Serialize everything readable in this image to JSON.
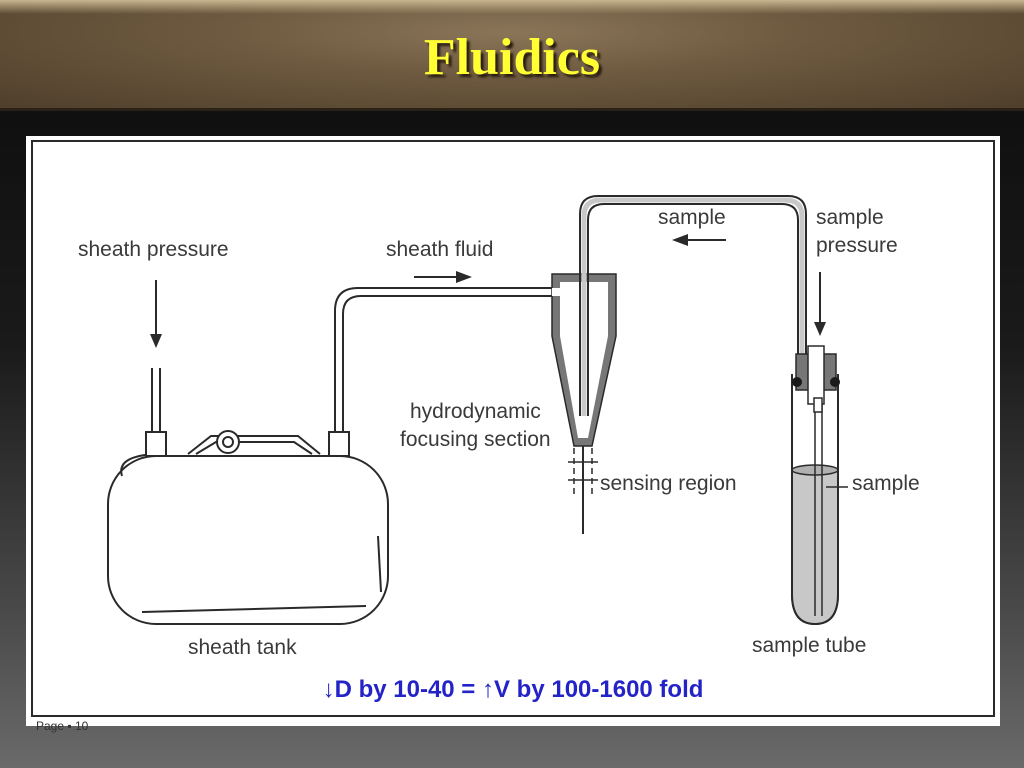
{
  "slide": {
    "title": "Fluidics",
    "page_number": "Page ▪ 10"
  },
  "diagram": {
    "labels": {
      "sheath_pressure": "sheath pressure",
      "sheath_fluid": "sheath fluid",
      "sample": "sample",
      "sample_pressure_line1": "sample",
      "sample_pressure_line2": "pressure",
      "hydro_line1": "hydrodynamic",
      "hydro_line2": "focusing section",
      "sensing_region": "sensing region",
      "sample_liquid": "sample",
      "sheath_tank": "sheath tank",
      "sample_tube": "sample tube"
    },
    "formula": "↓D by 10-40 = ↑V by 100-1600 fold"
  },
  "colors": {
    "title_text": "#ffff33",
    "formula_text": "#2323c8",
    "line": "#2a2a2a",
    "tube_fill": "#c8c8c8",
    "nozzle_fill": "#777777"
  }
}
